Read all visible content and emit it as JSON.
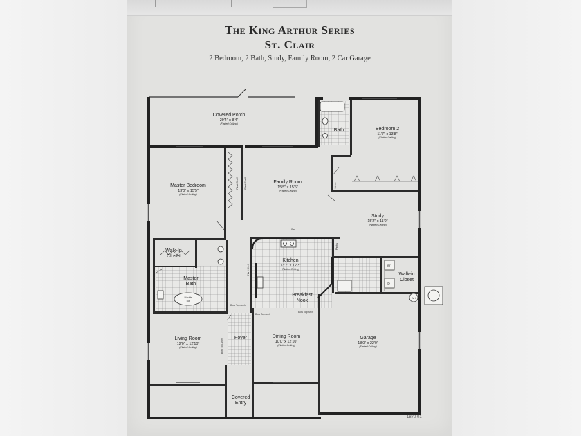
{
  "header": {
    "series": "The King Arthur Series",
    "model": "St. Clair",
    "description": "2 Bedroom, 2 Bath, Study, Family Room, 2 Car Garage"
  },
  "rooms": {
    "covered_porch": {
      "name": "Covered Porch",
      "dims": "29'4\" x 8'4\"",
      "ceiling": "(Flatted Ceiling)"
    },
    "bath": {
      "name": "Bath"
    },
    "bedroom2": {
      "name": "Bedroom 2",
      "dims": "11'7\" x 13'8\"",
      "ceiling": "(Flatted Ceiling)"
    },
    "master_bedroom": {
      "name": "Master Bedroom",
      "dims": "13'0\" x 15'5\"",
      "ceiling": "(Flatted Ceiling)"
    },
    "family_room": {
      "name": "Family Room",
      "dims": "15'5\" x 15'6\"",
      "ceiling": "(Flatted Ceiling)"
    },
    "study": {
      "name": "Study",
      "dims": "15'2\" x 11'0\"",
      "ceiling": "(Flatted Ceiling)"
    },
    "walkin_closet_left": {
      "line1": "Walk-In",
      "line2": "Closet"
    },
    "master_bath": {
      "line1": "Master",
      "line2": "Bath"
    },
    "marble_tub": {
      "line1": "Marble",
      "line2": "Tub"
    },
    "kitchen": {
      "name": "Kitchen",
      "dims": "13'7\" x 12'3\"",
      "ceiling": "(Flatted Ceiling)"
    },
    "breakfast_nook": {
      "line1": "Breakfast",
      "line2": "Nook"
    },
    "walkin_closet_right": {
      "line1": "Walk-in",
      "line2": "Closet"
    },
    "living_room": {
      "name": "Living Room",
      "dims": "12'0\" x 12'10\"",
      "ceiling": "(Flatted Ceiling)"
    },
    "foyer": {
      "name": "Foyer"
    },
    "dining_room": {
      "name": "Dining Room",
      "dims": "10'0\" x 12'10\"",
      "ceiling": "(Flatted Ceiling)"
    },
    "garage": {
      "name": "Garage",
      "dims": "18'0\" x 22'0\"",
      "ceiling": "(Flatted Ceiling)"
    },
    "covered_entry": {
      "line1": "Covered",
      "line2": "Entry"
    }
  },
  "fixtures": {
    "bar": "Bar",
    "washer": "W",
    "dryer": "D",
    "water_heater": "WH",
    "arch_left": "Bow Top Arch",
    "arch_right": "Bow Top Arch",
    "arch_nook": "Bow Top Arch",
    "arch_bottom": "Bow Top Arch",
    "plant_shelf_left": "Plant Shelf",
    "plant_shelf_right": "Plant Shelf",
    "plant_shelf_kitchen": "Plant Shelf",
    "linen": "Linen",
    "pantry": "Pantry"
  },
  "plan_code": "1870 01"
}
